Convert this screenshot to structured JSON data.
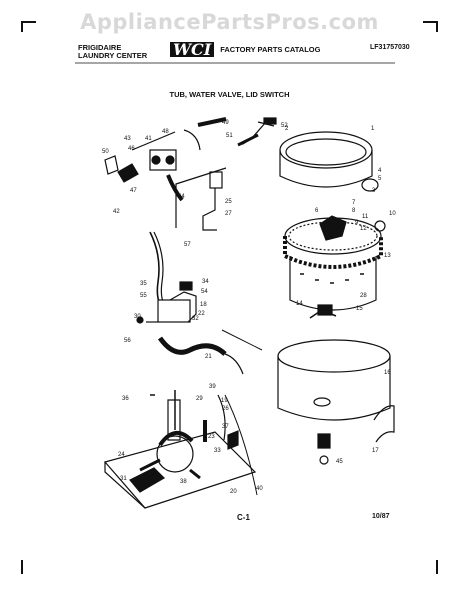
{
  "watermark": "AppliancePartsPros.com",
  "header": {
    "brand_line1": "FRIGIDAIRE",
    "brand_line2": "LAUNDRY CENTER",
    "logo": "WCI",
    "catalog_label": "FACTORY PARTS CATALOG",
    "model_code": "LF31757030"
  },
  "diagram": {
    "title": "TUB, WATER VALVE, LID SWITCH",
    "part_labels": [
      "1",
      "2",
      "3",
      "4",
      "5",
      "6",
      "7",
      "8",
      "9",
      "10",
      "11",
      "12",
      "13",
      "14",
      "15",
      "16",
      "17",
      "18",
      "19",
      "20",
      "21",
      "22",
      "23",
      "24",
      "25",
      "26",
      "27",
      "28",
      "29",
      "30",
      "31",
      "32",
      "33",
      "34",
      "35",
      "36",
      "37",
      "38",
      "39",
      "40",
      "41",
      "42",
      "43",
      "44",
      "45",
      "46",
      "47",
      "48",
      "49",
      "50",
      "51",
      "52",
      "53",
      "54",
      "55",
      "56",
      "57"
    ],
    "icons": [
      "water-valve-icon",
      "lid-switch-icon",
      "outer-tub-icon",
      "basket-icon",
      "tub-ring-icon",
      "drain-hose-icon",
      "motor-base-icon"
    ]
  },
  "footer": {
    "page": "C-1",
    "date": "10/87"
  }
}
